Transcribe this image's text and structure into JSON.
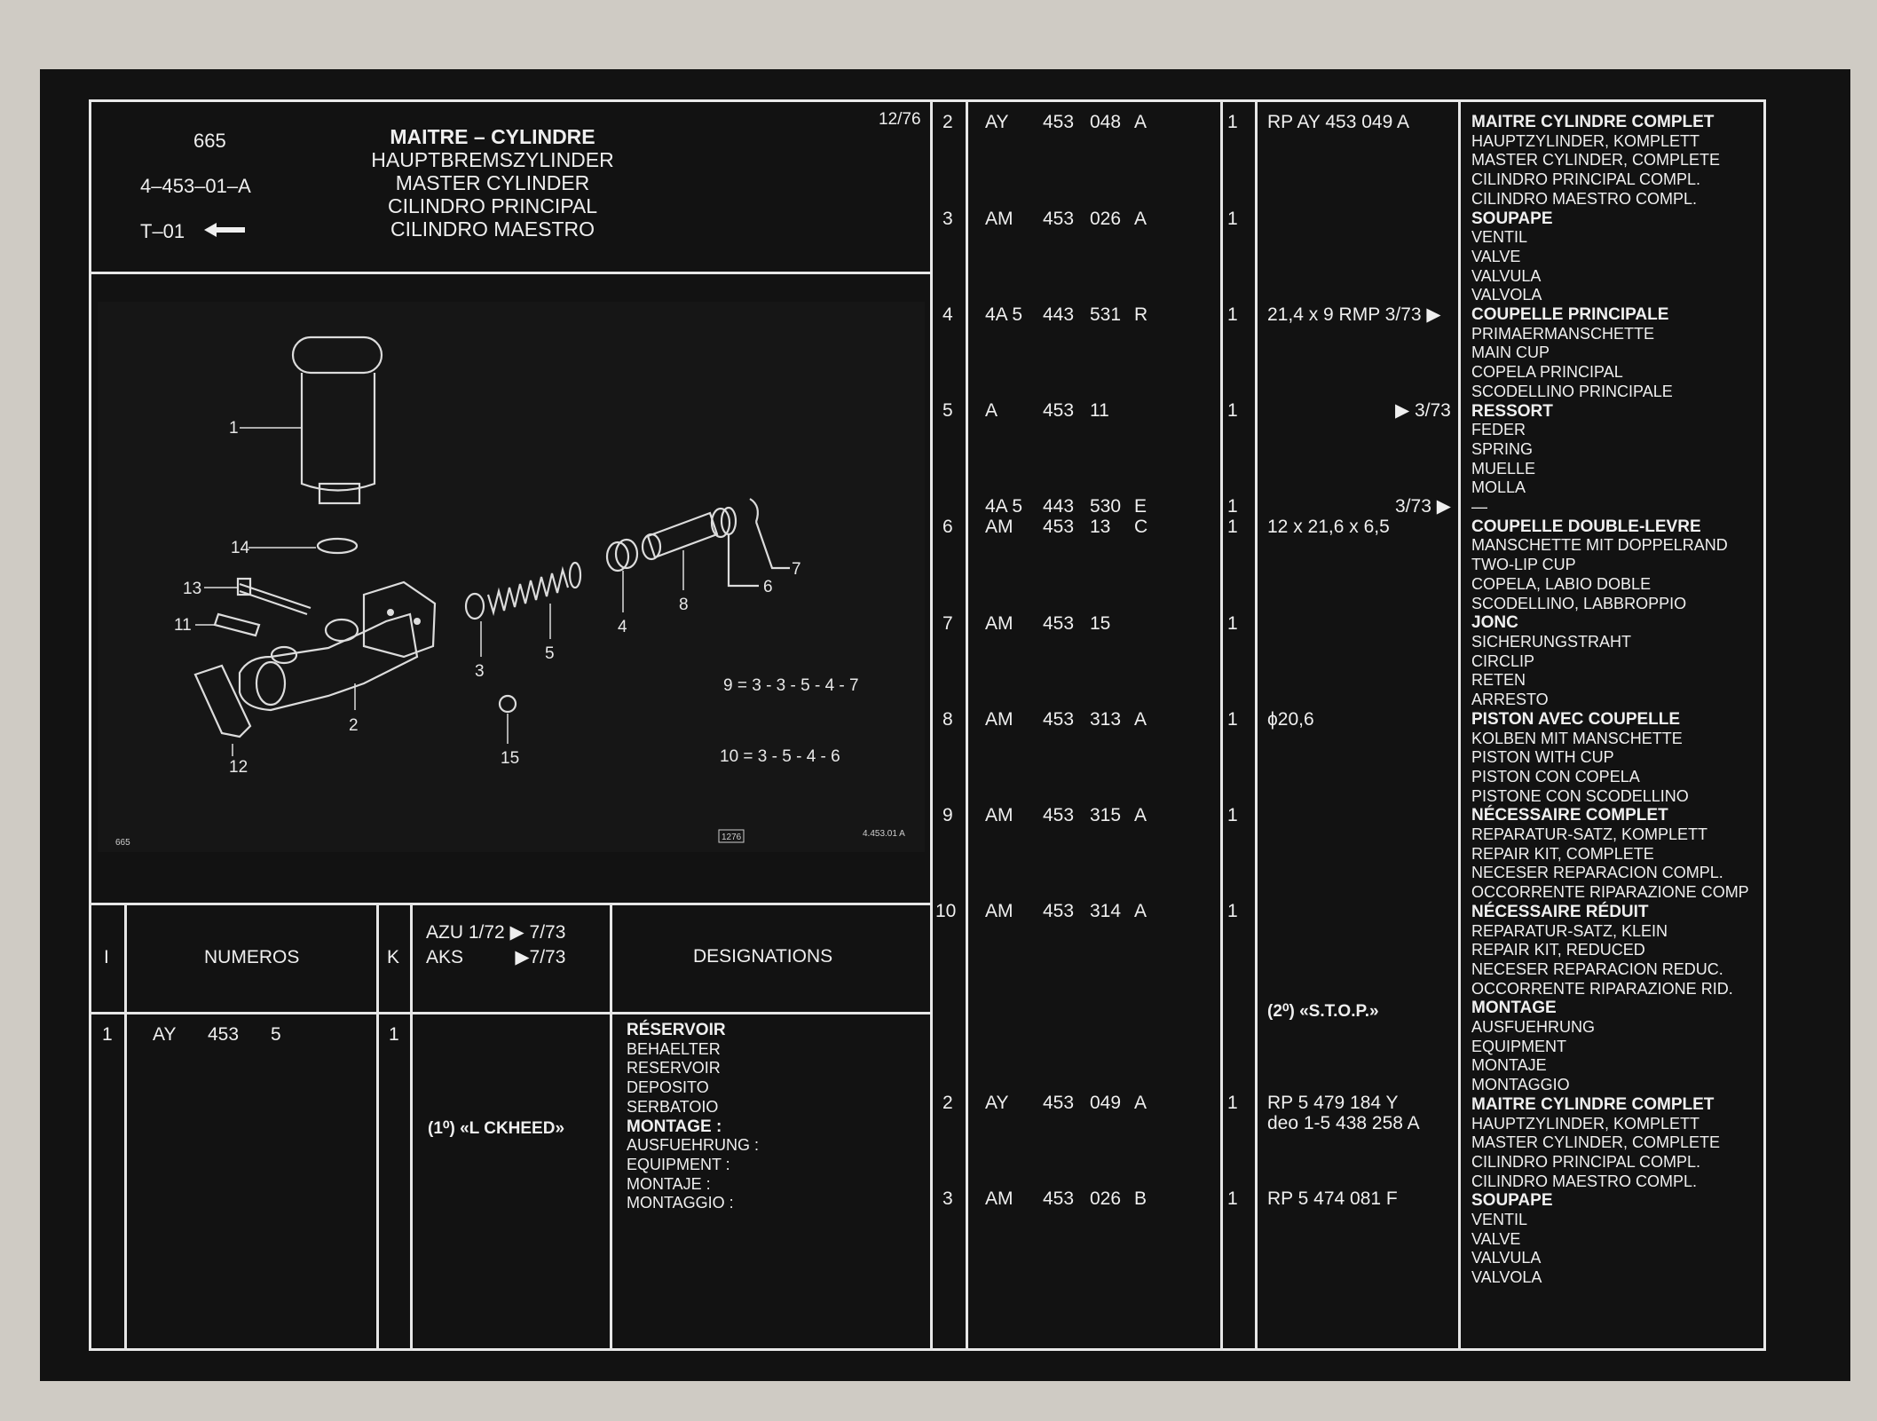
{
  "header": {
    "page_number": "665",
    "ref_code": "4–453–01–A",
    "table_ref": "T–01",
    "titles": [
      "MAITRE – CYLINDRE",
      "HAUPTBREMSZYLINDER",
      "MASTER CYLINDER",
      "CILINDRO PRINCIPAL",
      "CILINDRO MAESTRO"
    ],
    "date": "12/76"
  },
  "diagram": {
    "labels": [
      "1",
      "14",
      "13",
      "11",
      "12",
      "2",
      "3",
      "5",
      "4",
      "8",
      "6",
      "7",
      "15"
    ],
    "formula_9": "9 = 3 - 3 - 5 - 4 - 7",
    "formula_10": "10 = 3 - 5 - 4 - 6",
    "footer_left": "665",
    "footer_mid": "1276",
    "footer_right": "4.453.01 A"
  },
  "table_header": {
    "col_index": "I",
    "col_numbers": "NUMEROS",
    "col_k": "K",
    "models_line1": "AZU  1/72 ▶ 7/73",
    "models_line2": "AKS          ▶7/73",
    "col_designations": "DESIGNATIONS"
  },
  "left_row": {
    "index": "1",
    "prefix": "AY",
    "group": "453",
    "number": "5",
    "qty": "1",
    "note": "(1⁰) «L CKHEED»",
    "designations": [
      "RÉSERVOIR",
      "BEHAELTER",
      "RESERVOIR",
      "DEPOSITO",
      "SERBATOIO",
      "MONTAGE :",
      "AUSFUEHRUNG :",
      "EQUIPMENT :",
      "MONTAJE :",
      "MONTAGGIO :"
    ]
  },
  "rows": [
    {
      "idx": "2",
      "prefix": "AY",
      "group": "453",
      "num": "048",
      "suffix": "A",
      "qty": "1",
      "note": "RP AY 453 049 A"
    },
    {
      "idx": "3",
      "prefix": "AM",
      "group": "453",
      "num": "026",
      "suffix": "A",
      "qty": "1",
      "note": ""
    },
    {
      "idx": "4",
      "prefix": "4A  5",
      "group": "443",
      "num": "531",
      "suffix": "R",
      "qty": "1",
      "note": "21,4 x 9 RMP  3/73 ▶"
    },
    {
      "idx": "5",
      "prefix": "A",
      "group": "453",
      "num": "11",
      "suffix": "",
      "qty": "1",
      "note": "▶ 3/73"
    },
    {
      "idx": "",
      "prefix": "4A  5",
      "group": "443",
      "num": "530",
      "suffix": "E",
      "qty": "1",
      "note": "3/73 ▶"
    },
    {
      "idx": "6",
      "prefix": "AM",
      "group": "453",
      "num": "13",
      "suffix": "C",
      "qty": "1",
      "note": "12 x 21,6 x 6,5"
    },
    {
      "idx": "7",
      "prefix": "AM",
      "group": "453",
      "num": "15",
      "suffix": "",
      "qty": "1",
      "note": ""
    },
    {
      "idx": "8",
      "prefix": "AM",
      "group": "453",
      "num": "313",
      "suffix": "A",
      "qty": "1",
      "note": "ϕ20,6"
    },
    {
      "idx": "9",
      "prefix": "AM",
      "group": "453",
      "num": "315",
      "suffix": "A",
      "qty": "1",
      "note": ""
    },
    {
      "idx": "10",
      "prefix": "AM",
      "group": "453",
      "num": "314",
      "suffix": "A",
      "qty": "1",
      "note": ""
    },
    {
      "idx": "",
      "prefix": "",
      "group": "",
      "num": "",
      "suffix": "",
      "qty": "",
      "note": "(2⁰) «S.T.O.P.»"
    },
    {
      "idx": "2",
      "prefix": "AY",
      "group": "453",
      "num": "049",
      "suffix": "A",
      "qty": "1",
      "note": "RP 5 479 184 Y"
    },
    {
      "idx": "",
      "prefix": "",
      "group": "",
      "num": "",
      "suffix": "",
      "qty": "",
      "note": "deo 1-5 438 258 A"
    },
    {
      "idx": "3",
      "prefix": "AM",
      "group": "453",
      "num": "026",
      "suffix": "B",
      "qty": "1",
      "note": "RP 5 474 081 F"
    }
  ],
  "designations": [
    {
      "bold": "MAITRE CYLINDRE COMPLET",
      "lines": [
        "HAUPTZYLINDER, KOMPLETT",
        "MASTER CYLINDER, COMPLETE",
        "CILINDRO PRINCIPAL COMPL.",
        "CILINDRO MAESTRO COMPL."
      ]
    },
    {
      "bold": "SOUPAPE",
      "lines": [
        "VENTIL",
        "VALVE",
        "VALVULA",
        "VALVOLA"
      ]
    },
    {
      "bold": "COUPELLE PRINCIPALE",
      "lines": [
        "PRIMAERMANSCHETTE",
        "MAIN CUP",
        "COPELA PRINCIPAL",
        "SCODELLINO PRINCIPALE"
      ]
    },
    {
      "bold": "RESSORT",
      "lines": [
        "FEDER",
        "SPRING",
        "MUELLE",
        "MOLLA",
        "—"
      ]
    },
    {
      "bold": "COUPELLE DOUBLE-LEVRE",
      "lines": [
        "MANSCHETTE MIT DOPPELRAND",
        "TWO-LIP CUP",
        "COPELA, LABIO DOBLE",
        "SCODELLINO, LABBROPPIO"
      ]
    },
    {
      "bold": "JONC",
      "lines": [
        "SICHERUNGSTRAHT",
        "CIRCLIP",
        "RETEN",
        "ARRESTO"
      ]
    },
    {
      "bold": "PISTON AVEC COUPELLE",
      "lines": [
        "KOLBEN MIT MANSCHETTE",
        "PISTON WITH CUP",
        "PISTON CON COPELA",
        "PISTONE CON SCODELLINO"
      ]
    },
    {
      "bold": "NÉCESSAIRE COMPLET",
      "lines": [
        "REPARATUR-SATZ, KOMPLETT",
        "REPAIR KIT, COMPLETE",
        "NECESER REPARACION COMPL.",
        "OCCORRENTE RIPARAZIONE COMP"
      ]
    },
    {
      "bold": "NÉCESSAIRE RÉDUIT",
      "lines": [
        "REPARATUR-SATZ, KLEIN",
        "REPAIR KIT, REDUCED",
        "NECESER REPARACION REDUC.",
        "OCCORRENTE RIPARAZIONE RID."
      ]
    },
    {
      "bold": "MONTAGE",
      "lines": [
        "AUSFUEHRUNG",
        "EQUIPMENT",
        "MONTAJE",
        "MONTAGGIO"
      ]
    },
    {
      "bold": "MAITRE CYLINDRE COMPLET",
      "lines": [
        "HAUPTZYLINDER, KOMPLETT",
        "MASTER CYLINDER, COMPLETE",
        "CILINDRO PRINCIPAL COMPL.",
        "CILINDRO MAESTRO COMPL."
      ]
    },
    {
      "bold": "SOUPAPE",
      "lines": [
        "VENTIL",
        "VALVE",
        "VALVULA",
        "VALVOLA"
      ]
    }
  ]
}
